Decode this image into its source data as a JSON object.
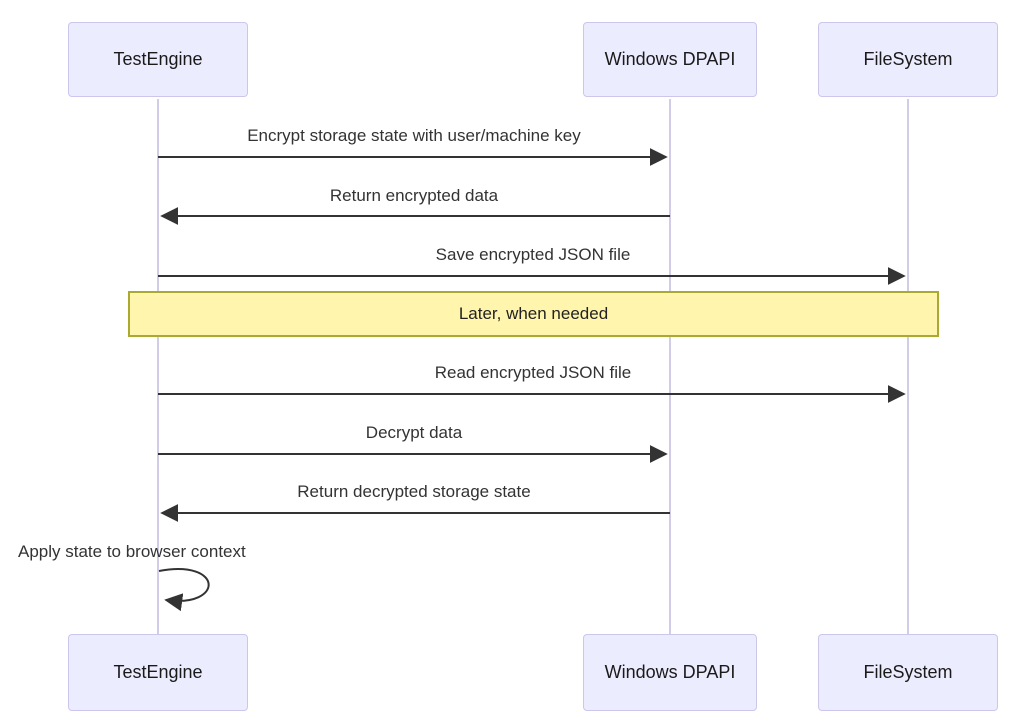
{
  "diagram": {
    "type": "sequence-diagram",
    "participants": [
      {
        "name": "TestEngine"
      },
      {
        "name": "Windows DPAPI"
      },
      {
        "name": "FileSystem"
      }
    ],
    "messages": [
      {
        "label": "Encrypt storage state with user/machine key",
        "from": "TestEngine",
        "to": "Windows DPAPI",
        "arrow": "solid-right"
      },
      {
        "label": "Return encrypted data",
        "from": "Windows DPAPI",
        "to": "TestEngine",
        "arrow": "solid-left"
      },
      {
        "label": "Save encrypted JSON file",
        "from": "TestEngine",
        "to": "FileSystem",
        "arrow": "solid-right"
      },
      {
        "label": "Read encrypted JSON file",
        "from": "TestEngine",
        "to": "FileSystem",
        "arrow": "solid-right"
      },
      {
        "label": "Decrypt data",
        "from": "TestEngine",
        "to": "Windows DPAPI",
        "arrow": "solid-right"
      },
      {
        "label": "Return decrypted storage state",
        "from": "Windows DPAPI",
        "to": "TestEngine",
        "arrow": "solid-left"
      },
      {
        "label": "Apply state to browser context",
        "from": "TestEngine",
        "to": "TestEngine",
        "arrow": "self-loop"
      }
    ],
    "note": {
      "label": "Later, when needed",
      "placement": "over all participants"
    },
    "colors": {
      "actor_fill": "#ECECFF",
      "actor_border": "#CCC6EC",
      "lifeline": "#D2CCE8",
      "arrow": "#333333",
      "message_text": "#333333",
      "note_fill": "#FFF5AD",
      "note_border": "#AAAA33",
      "background": "#FFFFFF"
    }
  }
}
